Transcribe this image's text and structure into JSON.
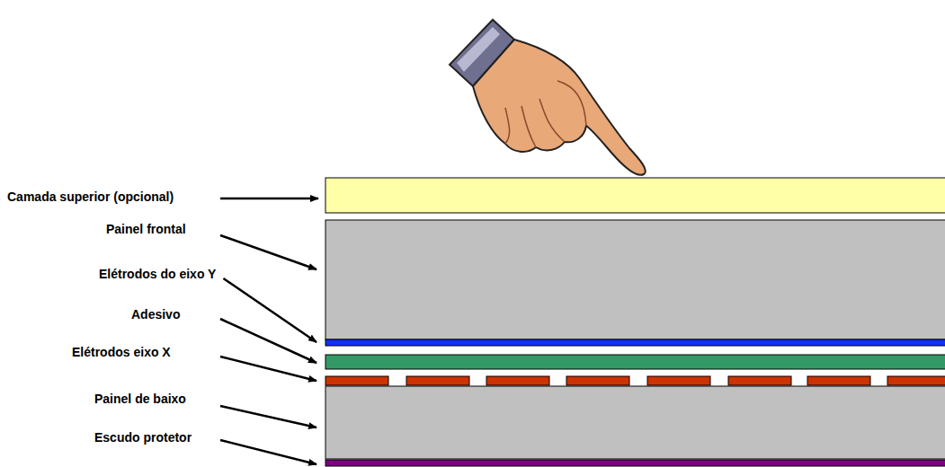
{
  "diagram": {
    "labels": [
      "Camada superior (opcional)",
      "Painel frontal",
      "Elétrodos do eixo Y",
      "Adesivo",
      "Elétrodos eixo X",
      "Painel de baixo",
      "Escudo protetor"
    ]
  }
}
